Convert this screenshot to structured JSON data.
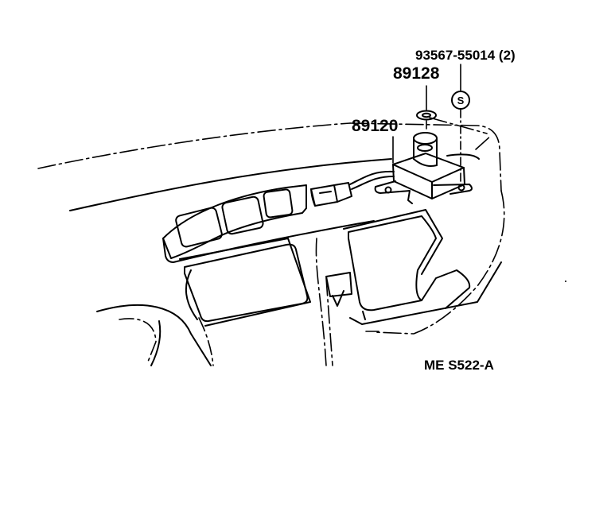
{
  "callouts": {
    "fastener_part": "93567-55014 (2)",
    "cover_part": "89128",
    "sensor_part": "89120",
    "symbol_letter": "S"
  },
  "figure_code": "ME S522-A"
}
